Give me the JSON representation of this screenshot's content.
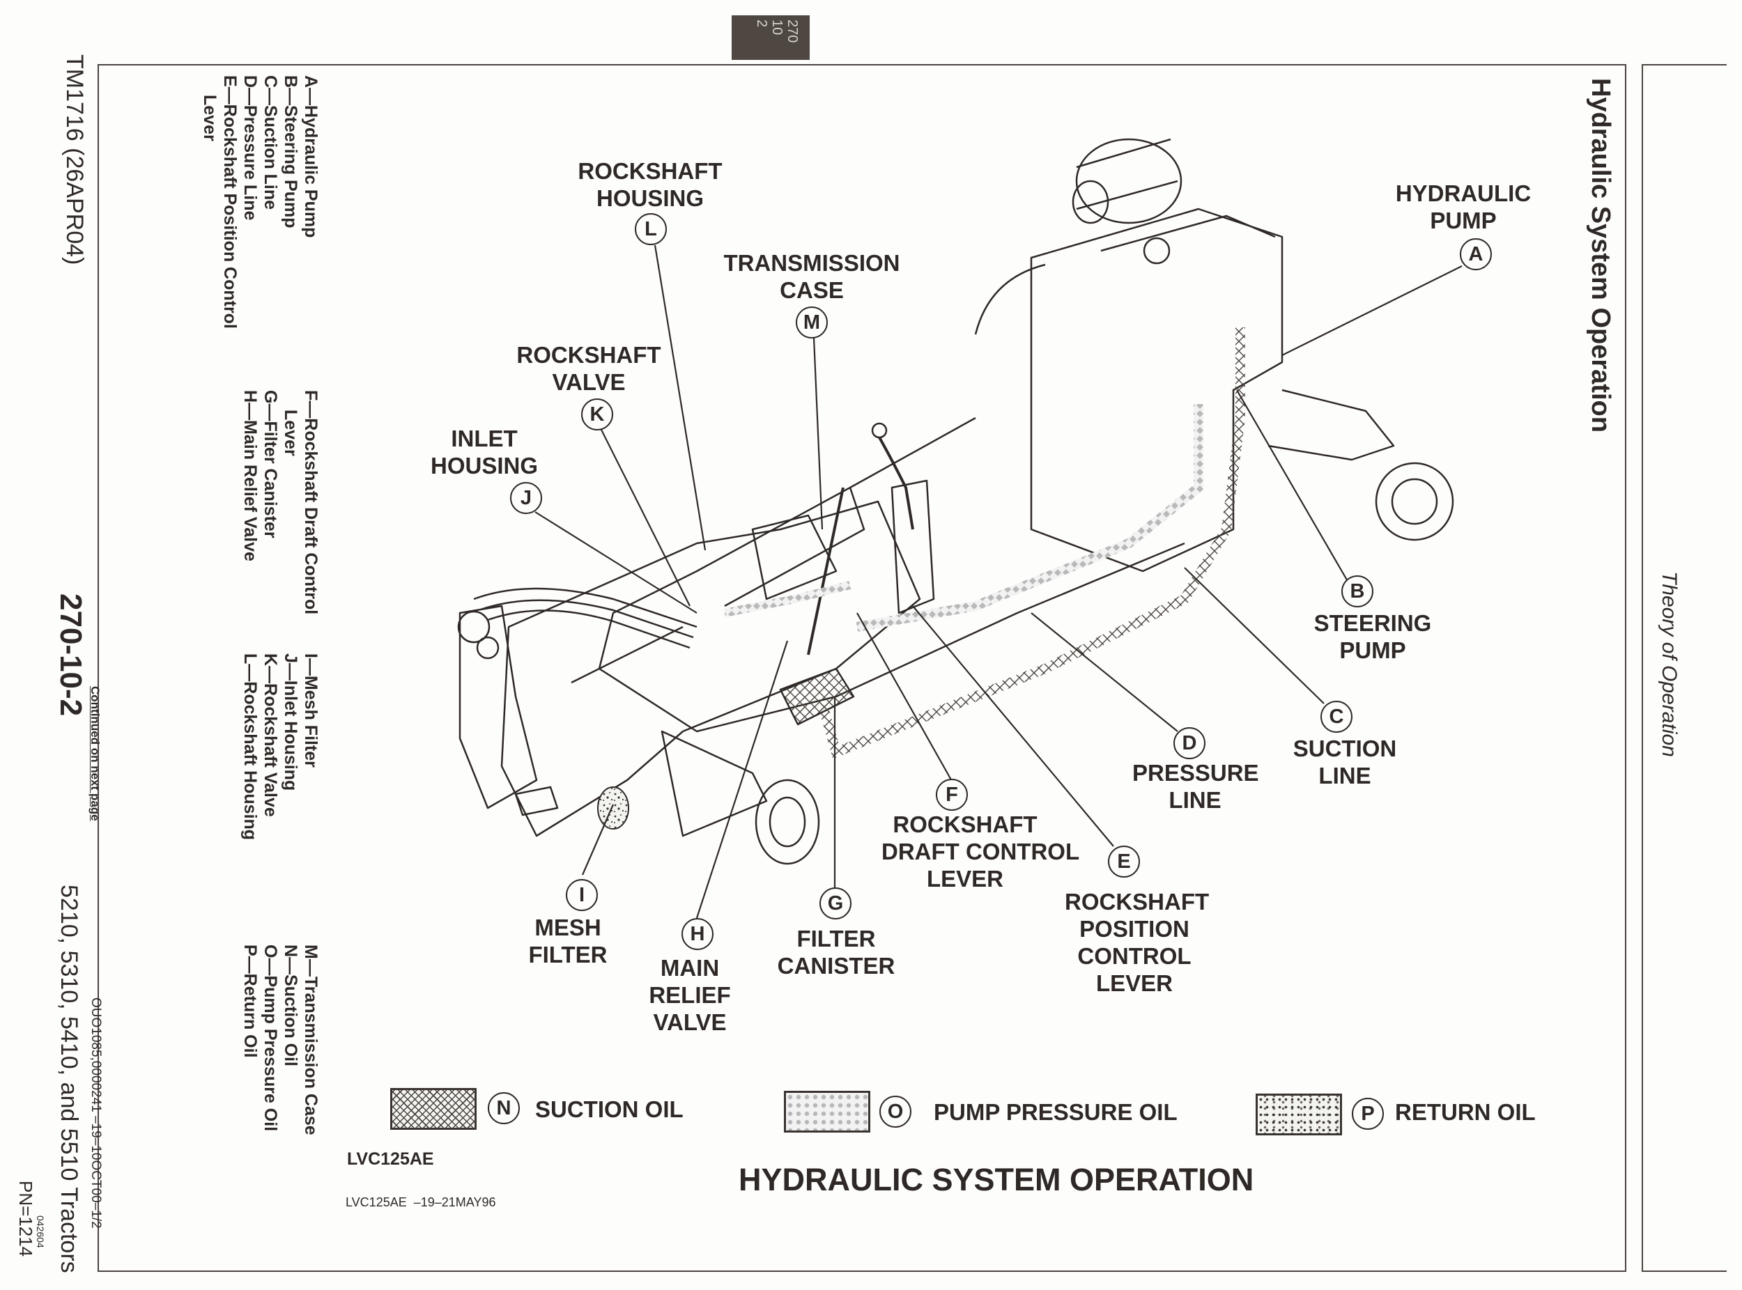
{
  "page": {
    "side_title": "Hydraulic System Operation",
    "section_title": "Theory of Operation",
    "tab_lines": [
      "270",
      "10",
      "2"
    ],
    "manual_id": "TM1716 (26APR04)",
    "page_number": "270-10-2",
    "continued": "Continued on next page",
    "models": "5210, 5310, 5410, and 5510 Tractors",
    "date_code": "042604",
    "pn": "PN=1214",
    "doc_ref": "OUO1085,0000241  –19–10OCT00–1/2"
  },
  "key": {
    "column1": [
      "A—Hydraulic Pump",
      "B—Steering Pump",
      "C—Suction Line",
      "D—Pressure Line",
      "E—Rockshaft Position Control",
      "     Lever"
    ],
    "column2": [
      "F—Rockshaft Draft Control",
      "     Lever",
      "G—Filter Canister",
      "H—Main Relief Valve"
    ],
    "column3": [
      "I—Mesh Filter",
      "J—Inlet Housing",
      "K—Rockshaft Valve",
      "L—Rockshaft Housing"
    ],
    "column4": [
      "M—Transmission Case",
      "N—Suction Oil",
      "O—Pump Pressure Oil",
      "P—Return Oil"
    ]
  },
  "callouts": {
    "A": {
      "letter": "A",
      "lines": [
        "HYDRAULIC",
        "PUMP"
      ]
    },
    "B": {
      "letter": "B",
      "lines": [
        "STEERING",
        "PUMP"
      ]
    },
    "C": {
      "letter": "C",
      "lines": [
        "SUCTION",
        "LINE"
      ]
    },
    "D": {
      "letter": "D",
      "lines": [
        "PRESSURE",
        "LINE"
      ]
    },
    "E": {
      "letter": "E",
      "lines": [
        "ROCKSHAFT",
        "POSITION",
        "CONTROL",
        "LEVER"
      ]
    },
    "F": {
      "letter": "F",
      "lines": [
        "ROCKSHAFT",
        "DRAFT CONTROL",
        "LEVER"
      ]
    },
    "G": {
      "letter": "G",
      "lines": [
        "FILTER",
        "CANISTER"
      ]
    },
    "H": {
      "letter": "H",
      "lines": [
        "MAIN",
        "RELIEF",
        "VALVE"
      ]
    },
    "I": {
      "letter": "I",
      "lines": [
        "MESH",
        "FILTER"
      ]
    },
    "J": {
      "letter": "J",
      "lines": [
        "INLET",
        "HOUSING"
      ]
    },
    "K": {
      "letter": "K",
      "lines": [
        "ROCKSHAFT",
        "VALVE"
      ]
    },
    "L": {
      "letter": "L",
      "lines": [
        "ROCKSHAFT",
        "HOUSING"
      ]
    },
    "M": {
      "letter": "M",
      "lines": [
        "TRANSMISSION",
        "CASE"
      ]
    }
  },
  "legend": [
    {
      "letter": "N",
      "label": "SUCTION OIL",
      "pattern": "crosshatch"
    },
    {
      "letter": "O",
      "label": "PUMP PRESSURE OIL",
      "pattern": "dots-light"
    },
    {
      "letter": "P",
      "label": "RETURN OIL",
      "pattern": "speckle"
    }
  ],
  "figure": {
    "code": "LVC125AE",
    "code_date": "LVC125AE  –19–21MAY96",
    "caption": "HYDRAULIC SYSTEM OPERATION"
  },
  "colors": {
    "ink": "#2e2926",
    "paper": "#fdfdfb",
    "tab": "#4e4742"
  }
}
